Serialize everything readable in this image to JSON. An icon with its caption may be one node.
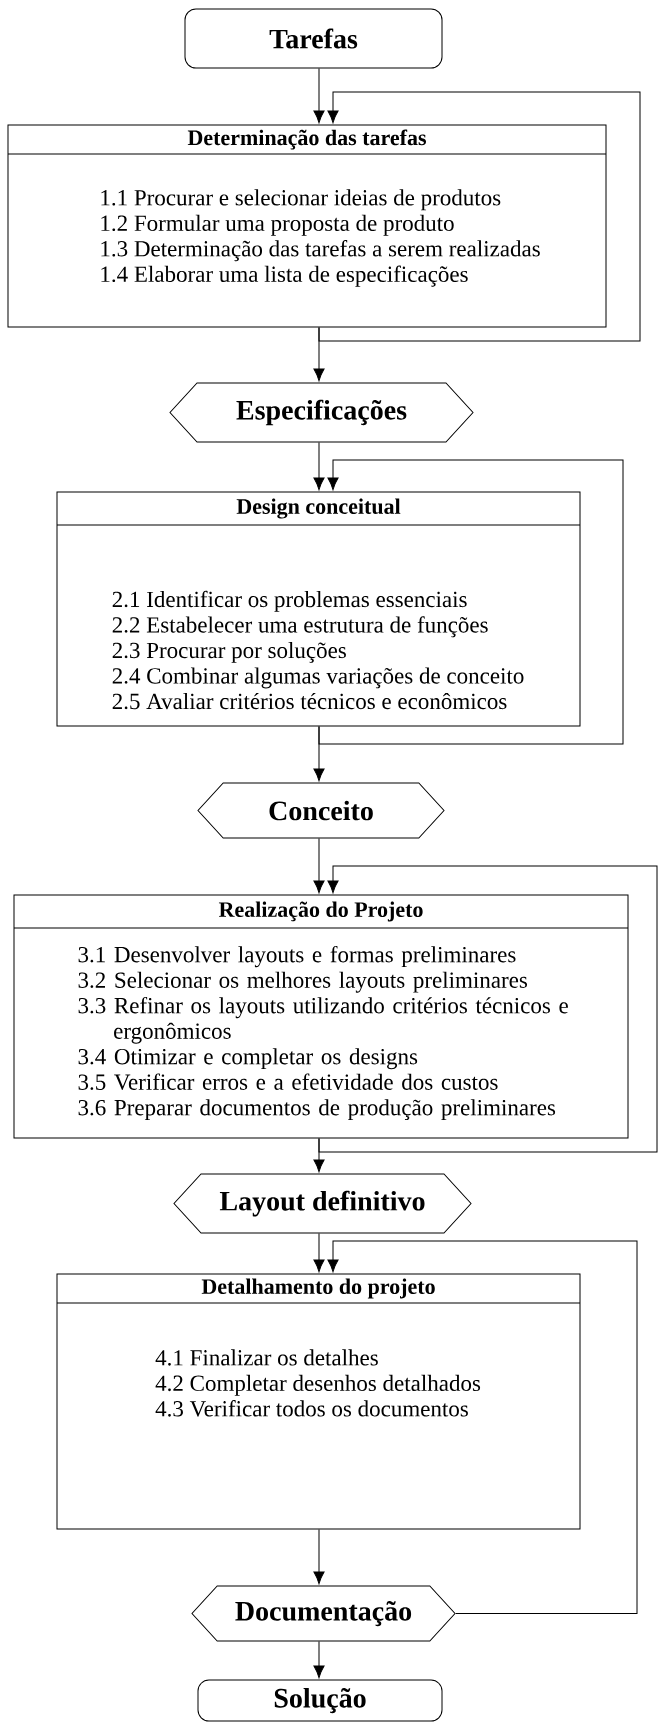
{
  "diagram": {
    "nodes": [
      {
        "text": [
          "Tarefas"
        ]
      },
      {
        "text": [
          "Determinação das tarefas",
          "1.1 Procurar e selecionar ideias de produtos",
          "1.2 Formular uma proposta de produto",
          "1.3 Determinação das tarefas a serem realizadas",
          "1.4 Elaborar uma lista de especificações"
        ]
      },
      {
        "text": [
          "Especificações"
        ]
      },
      {
        "text": [
          "Design conceitual",
          "2.1 Identificar os problemas essenciais",
          "2.2 Estabelecer uma estrutura de funções",
          "2.3 Procurar por soluções",
          "2.4 Combinar algumas variações de conceito",
          "2.5 Avaliar critérios técnicos e econômicos"
        ]
      },
      {
        "text": [
          "Conceito"
        ]
      },
      {
        "text": [
          "Realização do Projeto",
          "3.1 Desenvolver layouts e formas preliminares",
          "3.2 Selecionar os melhores layouts preliminares",
          "3.3 Refinar os layouts utilizando critérios técnicos e ergonômicos",
          "3.4 Otimizar e completar os designs",
          "3.5 Verificar erros e a efetividade dos custos",
          "3.6 Preparar documentos de produção preliminares"
        ]
      },
      {
        "text": [
          "Layout definitivo"
        ]
      },
      {
        "text": [
          "Detalhamento do projeto",
          "4.1 Finalizar os detalhes",
          "4.2 Completar desenhos detalhados",
          "4.3 Verificar todos os documentos"
        ]
      },
      {
        "text": [
          "Documentação"
        ]
      },
      {
        "text": [
          "Solução"
        ]
      }
    ],
    "edges": [
      {
        "from": 0,
        "to": 1,
        "arrow": "to"
      },
      {
        "from": 1,
        "to": 2,
        "arrow": "to"
      },
      {
        "from": 1,
        "to": 1,
        "arrow": "to"
      },
      {
        "from": 2,
        "to": 3,
        "arrow": "to"
      },
      {
        "from": 3,
        "to": 4,
        "arrow": "to"
      },
      {
        "from": 3,
        "to": 3,
        "arrow": "to"
      },
      {
        "from": 4,
        "to": 5,
        "arrow": "to"
      },
      {
        "from": 5,
        "to": 6,
        "arrow": "to"
      },
      {
        "from": 5,
        "to": 5,
        "arrow": "to"
      },
      {
        "from": 6,
        "to": 7,
        "arrow": "to"
      },
      {
        "from": 7,
        "to": 8,
        "arrow": "to"
      },
      {
        "from": 8,
        "to": 7,
        "arrow": "to"
      },
      {
        "from": 8,
        "to": 9,
        "arrow": "to"
      }
    ]
  }
}
